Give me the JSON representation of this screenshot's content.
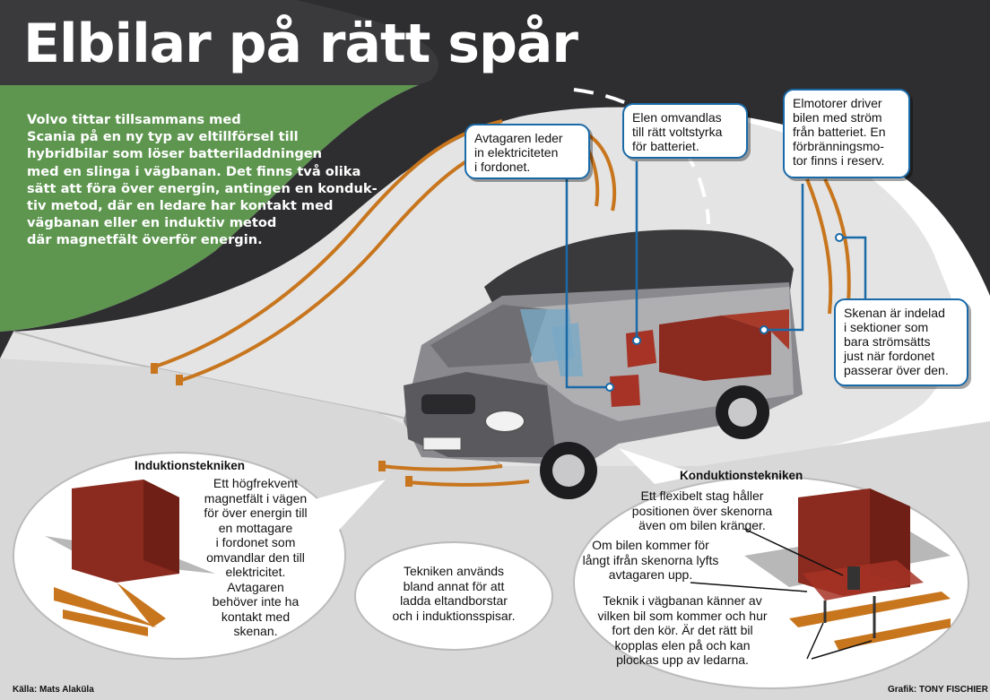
{
  "title": "Elbilar på rätt spår",
  "intro_lines": [
    "Volvo tittar tillsammans med",
    "Scania på en ny typ av eltillförsel till",
    "hybridbilar som löser batteriladdningen",
    "med en slinga i vägbanan. Det finns  två olika",
    "sätt att föra över energin, antingen en konduk-",
    "tiv metod, där en ledare har kontakt med",
    "vägbanan eller en induktiv metod",
    "där magnetfält överför energin."
  ],
  "callouts": {
    "avtagaren": [
      "Avtagaren leder",
      "in elektriciteten",
      "i fordonet."
    ],
    "omvandlas": [
      "Elen omvandlas",
      "till rätt voltstyrka",
      "för batteriet."
    ],
    "elmotorer": [
      "Elmotorer driver",
      "bilen med ström",
      "från batteriet. En",
      "förbränningsmo-",
      "tor finns i reserv."
    ],
    "skenan": [
      "Skenan är indelad",
      "i sektioner som",
      "bara strömsätts",
      "just när fordonet",
      "passerar över den."
    ]
  },
  "induktion": {
    "heading": "Induktionstekniken",
    "lines": [
      "Ett högfrekvent",
      "magnetfält i vägen",
      "för över energin till",
      "en mottagare",
      "i fordonet som",
      "omvandlar den till",
      "elektricitet.",
      "Avtagaren",
      "behöver inte ha",
      "kontakt med",
      "skenan."
    ]
  },
  "tekniken": [
    "Tekniken används",
    "bland annat för att",
    "ladda eltandborstar",
    "och i induktionsspisar."
  ],
  "konduktion": {
    "heading": "Konduktionstekniken",
    "stag": [
      "Ett flexibelt stag håller",
      "positionen över skenorna",
      "även om bilen kränger."
    ],
    "lyfts": [
      "Om bilen kommer för",
      "långt ifrån skenorna lyfts",
      "avtagaren upp."
    ],
    "teknik": [
      "Teknik i vägbanan känner av",
      "vilken bil som kommer och hur",
      "fort den kör. Är det rätt bil",
      "kopplas elen på och kan",
      "plockas upp av ledarna."
    ]
  },
  "source": "Källa: Mats Alaküla",
  "credit": "Grafik: TONY FISCHIER",
  "colors": {
    "grass": "#5e9650",
    "road": "#3a3a3c",
    "road_surface": "#e2e2e2",
    "rail": "#c8761e",
    "callout_border": "#1a6aa8",
    "box": "#8b2a1e"
  }
}
